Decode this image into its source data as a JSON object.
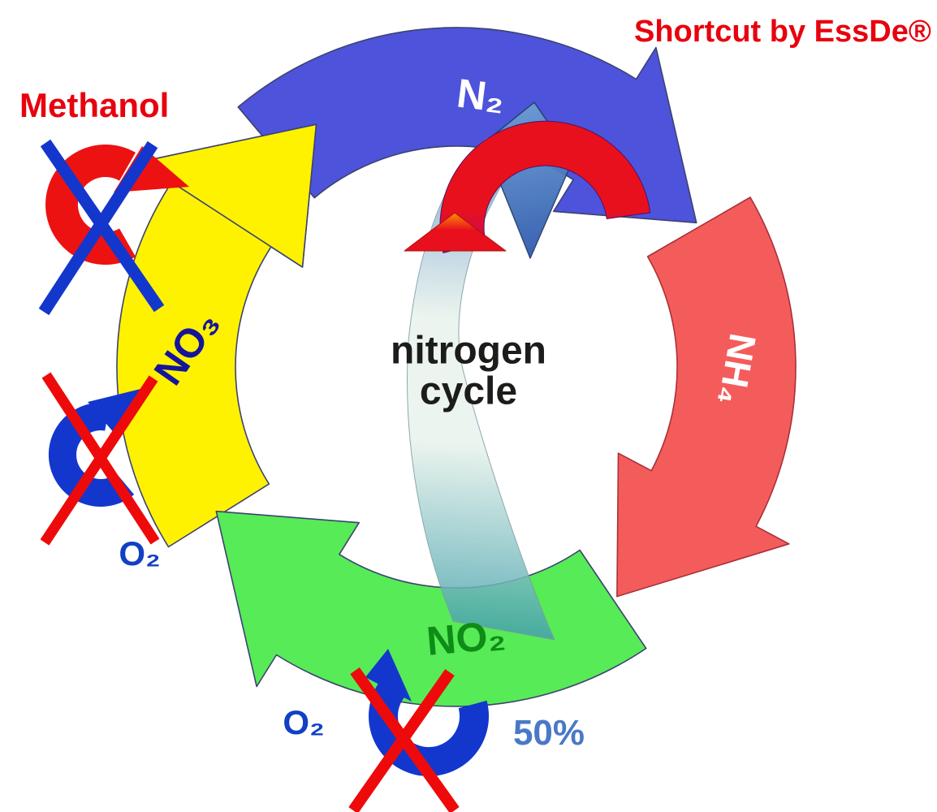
{
  "annotations": {
    "shortcut": "Shortcut by EssDe®",
    "methanol": "Methanol",
    "percent": "50%",
    "o2_left": "O₂",
    "o2_bottom": "O₂"
  },
  "center_label": {
    "line1": "nitrogen",
    "line2": "cycle"
  },
  "cycle_nodes": {
    "n2": "N₂",
    "nh4": "NH₄",
    "no2": "NO₂",
    "no3": "NO₃"
  },
  "colors": {
    "ring_blue": "#4E53DB",
    "ring_red": "#F45C5C",
    "ring_green": "#57EB57",
    "ring_yellow": "#FEF200",
    "ring_outline": "#3C4270",
    "annotation_red": "#E8000D",
    "center_text": "#1C1C1A",
    "label_white": "#FFFFFF",
    "no2_text": "#0F8C17",
    "no3_text": "#15159B",
    "o2_text": "#1240C5",
    "percent_text": "#4A78C8",
    "cross_blue": "#1337CD",
    "cross_red": "#EE0A0A",
    "spin_blue": "#1337CD",
    "spin_red": "#EC1212",
    "shortcut_band_teal": "#3D9DA8",
    "shortcut_band_pale": "#E8F3EC",
    "shortcut_band_steel": "#5E8EC8",
    "shortcut_head_light": "#6FA0D4",
    "shortcut_head_dark": "#2E5AAE",
    "u_red": "#E8101C",
    "u_magenta": "#C00D62",
    "u_purple": "#8A0E96",
    "u_navy": "#232186",
    "u_tip_orange": "#FF9A00"
  }
}
